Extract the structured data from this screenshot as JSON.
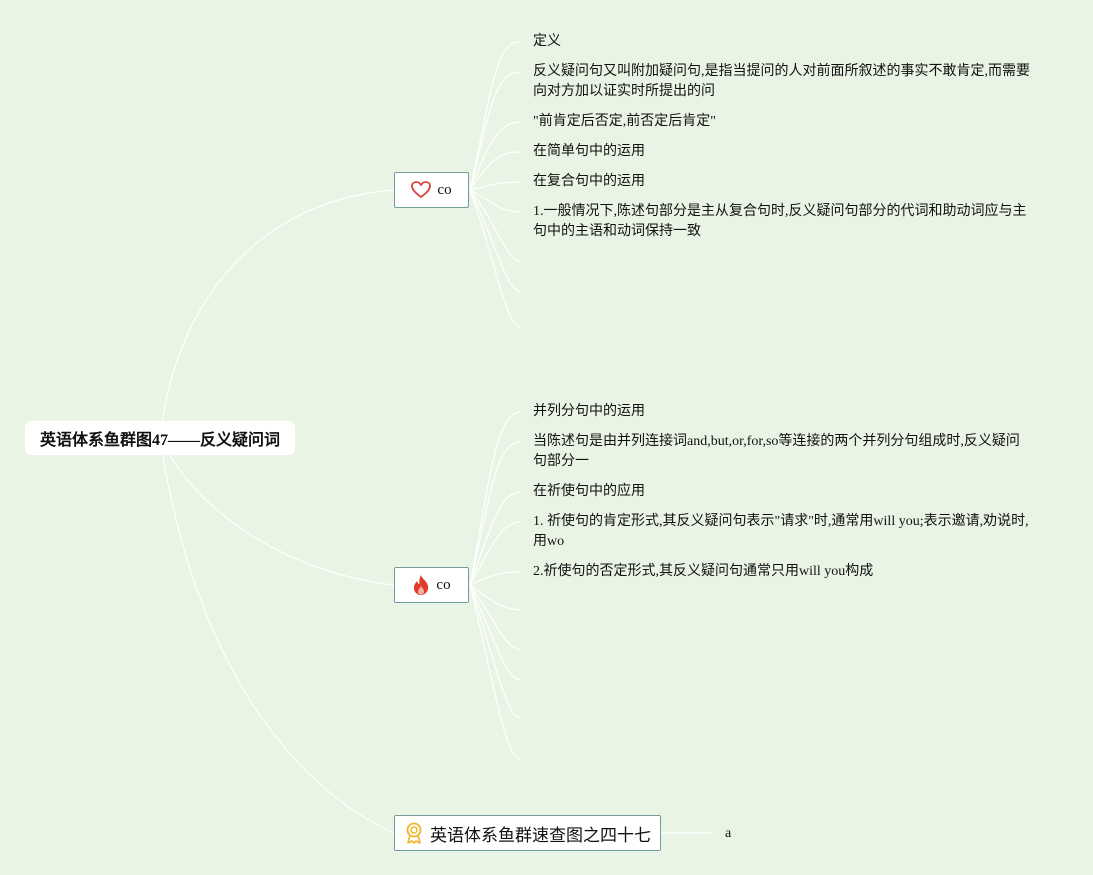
{
  "root": {
    "title": "英语体系鱼群图47——反义疑问词"
  },
  "branches": [
    {
      "label": "co",
      "icon": "heart-icon",
      "children": [
        "定义",
        "反义疑问句又叫附加疑问句,是指当提问的人对前面所叙述的事实不敢肯定,而需要向对方加以证实时所提出的问",
        "\"前肯定后否定,前否定后肯定\"",
        "在简单句中的运用",
        "在复合句中的运用",
        "1.一般情况下,陈述句部分是主从复合句时,反义疑问句部分的代词和助动词应与主句中的主语和动词保持一致"
      ]
    },
    {
      "label": "co",
      "icon": "fire-icon",
      "children": [
        "并列分句中的运用",
        "当陈述句是由并列连接词and,but,or,for,so等连接的两个并列分句组成时,反义疑问句部分一",
        "在祈使句中的应用",
        "1. 祈使句的肯定形式,其反义疑问句表示\"请求\"时,通常用will you;表示邀请,劝说时,用wo",
        "2.祈使句的否定形式,其反义疑问句通常只用will you构成"
      ]
    },
    {
      "label": "英语体系鱼群速查图之四十七",
      "icon": "award-icon",
      "children": [
        "a"
      ]
    }
  ],
  "colors": {
    "background": "#e9f4e4",
    "connector": "#ffffff",
    "branch_border": "#6f9e9b",
    "heart": "#d9453b",
    "fire": "#e03a2a",
    "award": "#f0b429"
  }
}
